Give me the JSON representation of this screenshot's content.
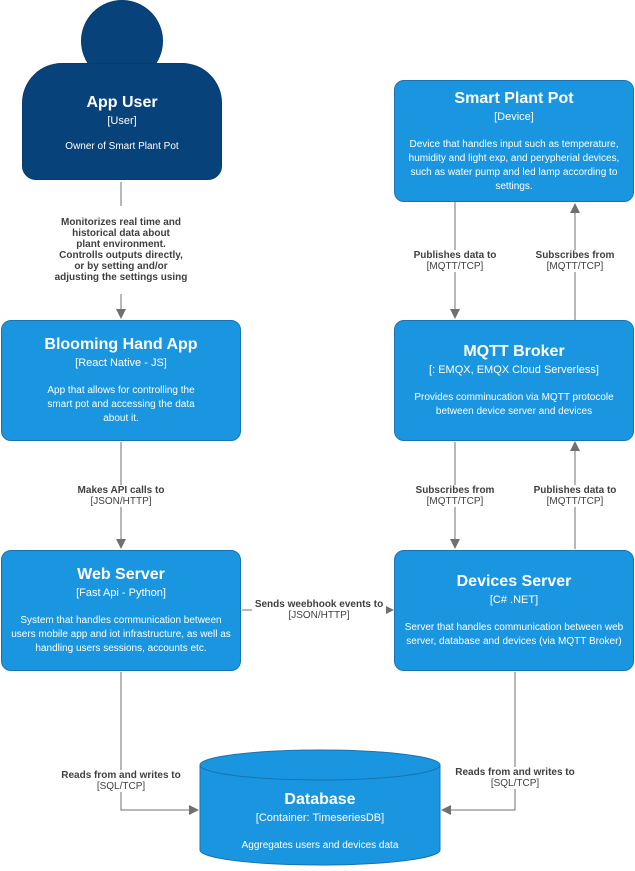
{
  "app_user": {
    "title": "App User",
    "tech": "[User]",
    "description": "Owner of Smart Plant Pot"
  },
  "smart_plant_pot": {
    "title": "Smart Plant Pot",
    "tech": "[Device]",
    "description": "Device that handles input such as temperature, humidity and light exp, and perypherial devices, such as water pump and led lamp according to settings."
  },
  "blooming_hand_app": {
    "title": "Blooming Hand App",
    "tech": "[React Native - JS]",
    "description": "App that allows for controlling the smart pot and accessing the data about it."
  },
  "mqtt_broker": {
    "title": "MQTT Broker",
    "tech": "[: EMQX, EMQX Cloud Serverless]",
    "description": "Provides comminucation via MQTT protocole between device server and devices"
  },
  "web_server": {
    "title": "Web Server",
    "tech": "[Fast Api - Python]",
    "description": "System that handles communication between users mobile app and iot infrastructure, as well as handling users sessions, accounts etc."
  },
  "devices_server": {
    "title": "Devices Server",
    "tech": "[C# .NET]",
    "description": "Server that handles communication between web server, database and devices (via MQTT Broker)"
  },
  "database": {
    "title": "Database",
    "tech": "[Container: TimeseriesDB]",
    "description": "Aggregates users and devices data"
  },
  "edges": {
    "user_to_app": {
      "label": "Monitorizes real time and\nhistorical data about\nplant environment.\nControlls outputs directly,\nor by setting and/or\nadjusting the settings using",
      "tech": ""
    },
    "pot_to_broker": {
      "label": "Publishes data to",
      "tech": "[MQTT/TCP]"
    },
    "broker_to_pot": {
      "label": "Subscribes from",
      "tech": "[MQTT/TCP]"
    },
    "app_to_web": {
      "label": "Makes API calls to",
      "tech": "[JSON/HTTP]"
    },
    "devices_subscribes": {
      "label": "Subscribes from",
      "tech": "[MQTT/TCP]"
    },
    "devices_publishes": {
      "label": "Publishes data to",
      "tech": "[MQTT/TCP]"
    },
    "web_to_devices": {
      "label": "Sends weebhook events to",
      "tech": "[JSON/HTTP]"
    },
    "web_to_db": {
      "label": "Reads from and writes to",
      "tech": "[SQL/TCP]"
    },
    "devices_to_db": {
      "label": "Reads from and writes to",
      "tech": "[SQL/TCP]"
    }
  },
  "colors": {
    "person": "#08427b",
    "container": "#1a96e0",
    "edge": "#707070",
    "edge_label": "#404040"
  }
}
